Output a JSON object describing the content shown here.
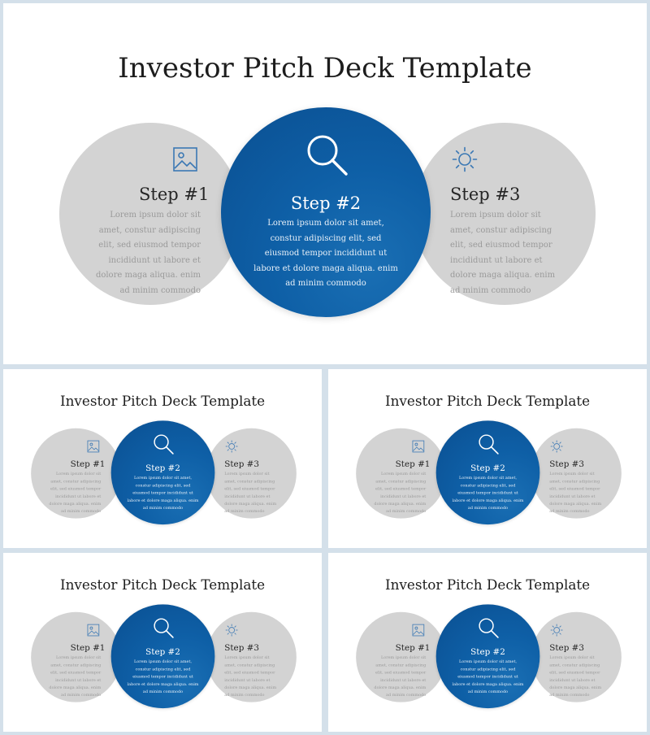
{
  "slide": {
    "title": "Investor Pitch Deck Template",
    "steps": [
      {
        "label": "Step #1",
        "icon": "image-icon",
        "body": "Lorem ipsum dolor sit amet, constur adipiscing elit, sed eiusmod tempor incididunt ut labore et dolore maga aliqua. enim ad minim commodo"
      },
      {
        "label": "Step #2",
        "icon": "search-icon",
        "body": "Lorem ipsum dolor sit amet, constur adipiscing elit, sed eiusmod tempor incididunt ut labore et dolore maga aliqua. enim ad minim commodo"
      },
      {
        "label": "Step #3",
        "icon": "sun-icon",
        "body": "Lorem ipsum dolor sit amet, constur adipiscing elit, sed eiusmod tempor incididunt ut labore et dolore maga aliqua. enim ad minim commodo"
      }
    ]
  },
  "colors": {
    "accent": "#0e5fa6",
    "side_circle": "#d3d3d3",
    "frame": "#d4e0ea"
  }
}
